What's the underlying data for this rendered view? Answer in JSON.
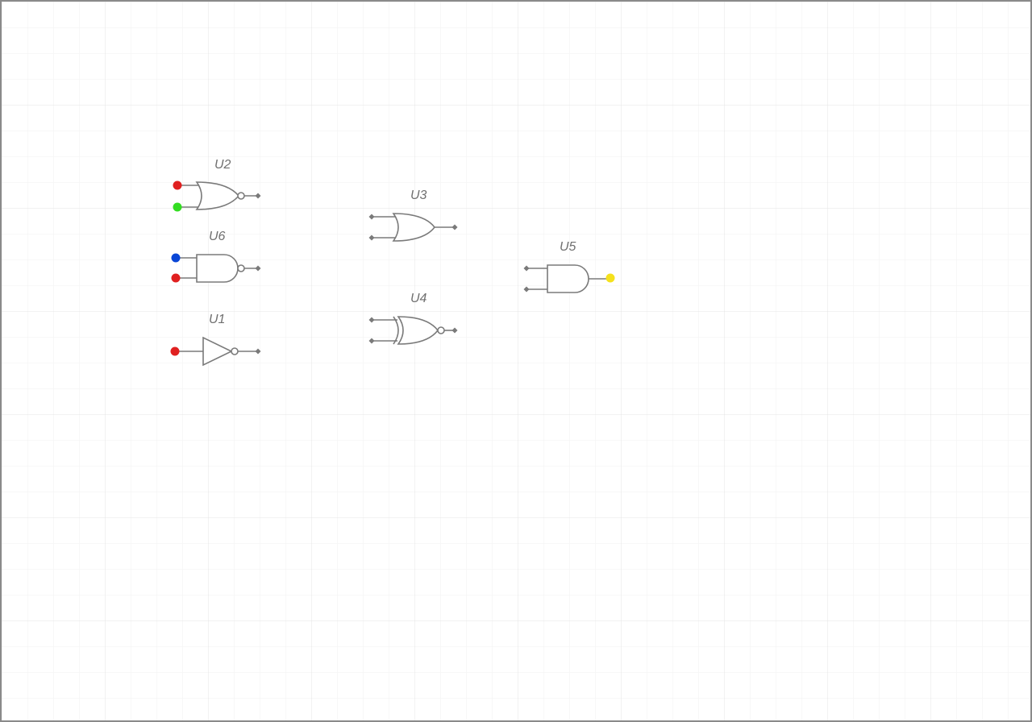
{
  "canvas": {
    "background": "#ffffff",
    "grid_color": "#e6e6e6",
    "border_color": "#8a8a8a"
  },
  "colors": {
    "red": "#e02020",
    "green": "#33dd22",
    "blue": "#0a46d6",
    "yellow": "#f5e11c",
    "gate_stroke": "#7a7a7a"
  },
  "gates": {
    "u2": {
      "label": "U2",
      "type": "NOR"
    },
    "u6": {
      "label": "U6",
      "type": "NAND"
    },
    "u1": {
      "label": "U1",
      "type": "NOT"
    },
    "u3": {
      "label": "U3",
      "type": "OR"
    },
    "u4": {
      "label": "U4",
      "type": "XNOR"
    },
    "u5": {
      "label": "U5",
      "type": "AND"
    }
  },
  "pins": {
    "u2_in_a": "red",
    "u2_in_b": "green",
    "u6_in_a": "blue",
    "u6_in_b": "red",
    "u1_in": "red",
    "u5_out": "yellow"
  }
}
